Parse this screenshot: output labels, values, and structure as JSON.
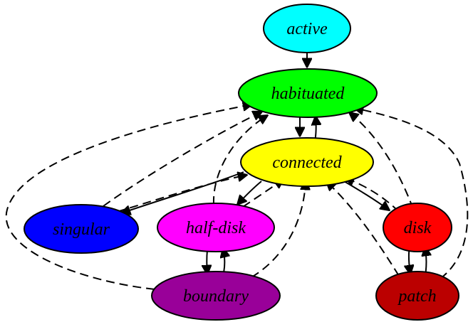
{
  "diagram": {
    "nodes": [
      {
        "id": "active",
        "label": "active",
        "color": "#00FFFF"
      },
      {
        "id": "habituated",
        "label": "habituated",
        "color": "#00FF00"
      },
      {
        "id": "connected",
        "label": "connected",
        "color": "#FFFF00"
      },
      {
        "id": "singular",
        "label": "singular",
        "color": "#0000FF"
      },
      {
        "id": "half_disk",
        "label": "half-disk",
        "color": "#FF00FF"
      },
      {
        "id": "disk",
        "label": "disk",
        "color": "#FF0000"
      },
      {
        "id": "boundary",
        "label": "boundary",
        "color": "#990099"
      },
      {
        "id": "patch",
        "label": "patch",
        "color": "#BB0000"
      }
    ],
    "edges": [
      {
        "from": "active",
        "to": "habituated",
        "style": "solid"
      },
      {
        "from": "habituated",
        "to": "connected",
        "style": "solid"
      },
      {
        "from": "connected",
        "to": "habituated",
        "style": "solid"
      },
      {
        "from": "connected",
        "to": "singular",
        "style": "solid"
      },
      {
        "from": "singular",
        "to": "connected",
        "style": "dashed"
      },
      {
        "from": "singular",
        "to": "habituated",
        "style": "dashed"
      },
      {
        "from": "connected",
        "to": "half_disk",
        "style": "solid"
      },
      {
        "from": "half_disk",
        "to": "connected",
        "style": "dashed"
      },
      {
        "from": "half_disk",
        "to": "habituated",
        "style": "dashed"
      },
      {
        "from": "connected",
        "to": "disk",
        "style": "solid"
      },
      {
        "from": "disk",
        "to": "connected",
        "style": "dashed"
      },
      {
        "from": "disk",
        "to": "habituated",
        "style": "dashed"
      },
      {
        "from": "half_disk",
        "to": "boundary",
        "style": "solid"
      },
      {
        "from": "boundary",
        "to": "half_disk",
        "style": "solid"
      },
      {
        "from": "boundary",
        "to": "connected",
        "style": "dashed"
      },
      {
        "from": "boundary",
        "to": "habituated",
        "style": "dashed"
      },
      {
        "from": "disk",
        "to": "patch",
        "style": "solid"
      },
      {
        "from": "patch",
        "to": "disk",
        "style": "solid"
      },
      {
        "from": "patch",
        "to": "connected",
        "style": "dashed"
      },
      {
        "from": "patch",
        "to": "habituated",
        "style": "dashed"
      }
    ]
  }
}
